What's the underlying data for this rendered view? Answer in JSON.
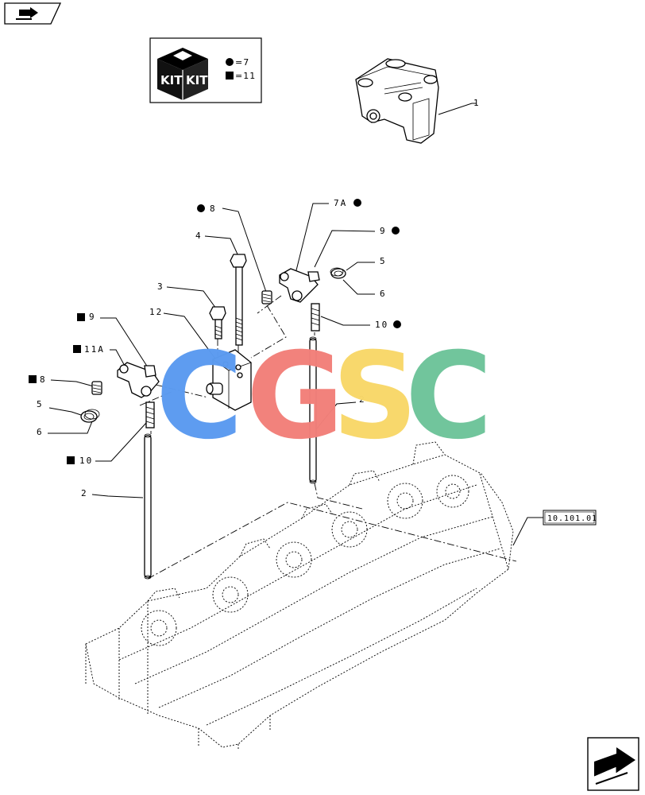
{
  "kit_legend": {
    "cube_face_left": "KIT",
    "cube_face_right": "KIT",
    "circle_entry": "=7",
    "square_entry": "=11"
  },
  "reference_box": "10.101.01",
  "watermark": {
    "letters": [
      "C",
      "G",
      "S",
      "C"
    ],
    "colors": [
      "#5b9bf0",
      "#f2807a",
      "#f8d86a",
      "#6fc49b"
    ]
  },
  "callouts": {
    "c1": "1",
    "c8_top": "8",
    "c7a": "7A",
    "c4": "4",
    "c9_right": "9",
    "c5_right": "5",
    "c3": "3",
    "c6_right": "6",
    "c12": "12",
    "c10_right": "10",
    "c9_left": "9",
    "c11a": "11A",
    "c2_right": "2",
    "c8_left": "8",
    "c5_left": "5",
    "c6_left": "6",
    "c10_left": "10",
    "c2_left": "2"
  },
  "icons": {
    "top_left": "bookmark-arrow-icon",
    "bottom_right": "next-page-arrow-icon",
    "kit": "kit-box-icon"
  }
}
